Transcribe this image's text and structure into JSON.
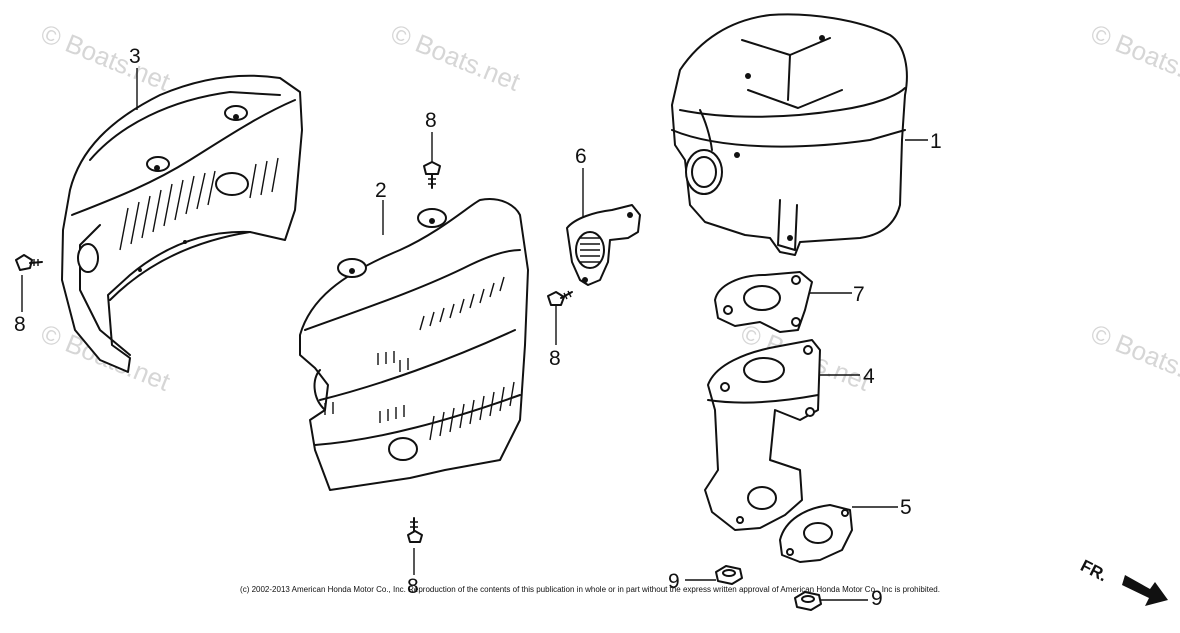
{
  "watermark": "© Boats.net",
  "copyright": "(c) 2002-2013 American Honda Motor Co., Inc. Reproduction of the contents of this publication in whole or in part without the express written approval of American Honda Motor Co., Inc is prohibited.",
  "direction_label": "FR.",
  "callouts": {
    "muffler": "1",
    "muffler_protector": "2",
    "upper_protector": "3",
    "exhaust_pipe": "4",
    "gasket_lower": "5",
    "joint": "6",
    "gasket_upper": "7",
    "screw_left": "8",
    "screw_top": "8",
    "screw_mid": "8",
    "screw_bottom": "8",
    "nut_a": "9",
    "nut_b": "9"
  }
}
